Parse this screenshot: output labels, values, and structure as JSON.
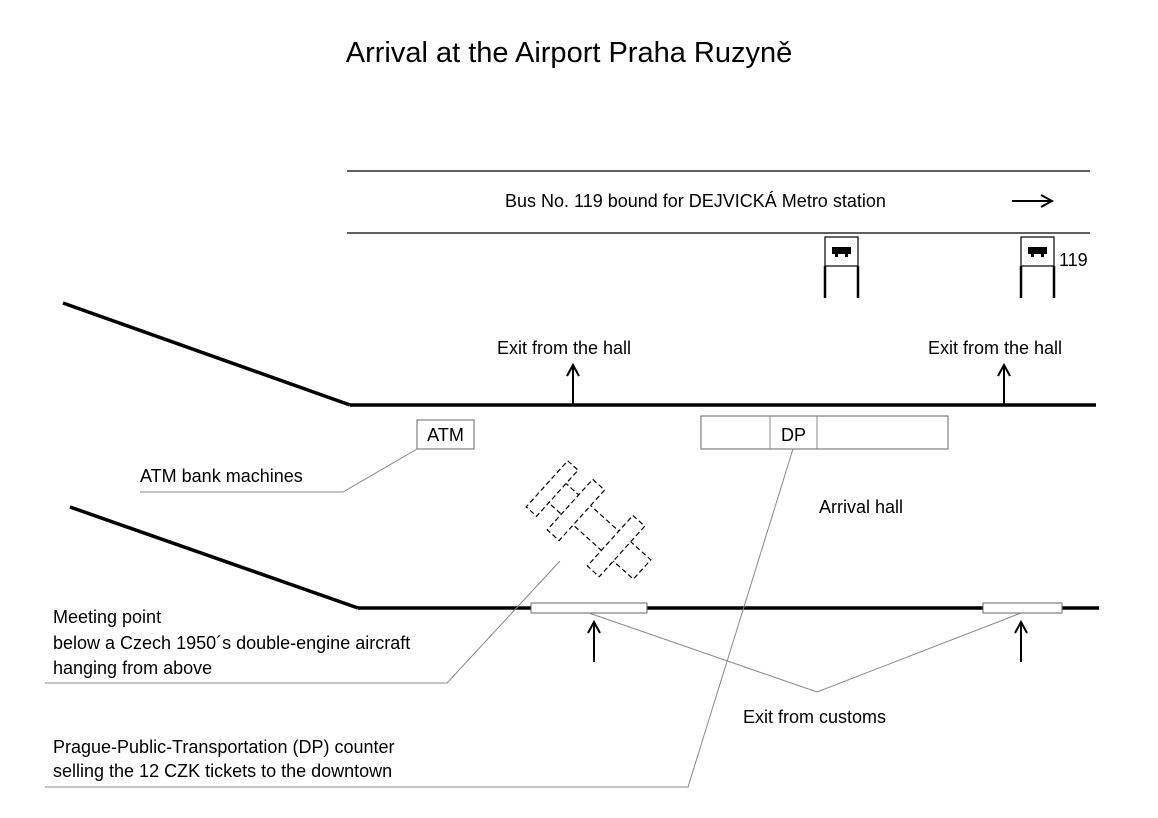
{
  "title": "Arrival at the Airport Praha Ruzyně",
  "bus": {
    "label": "Bus No. 119 bound for DEJVICKÁ Metro station",
    "stop_number": "119",
    "stop_icon": "bus-stop-sign-icon",
    "direction_icon": "arrow-right-icon"
  },
  "exits": {
    "hall_left": "Exit from the hall",
    "hall_right": "Exit from the hall",
    "customs": "Exit from customs"
  },
  "counters": {
    "atm": "ATM",
    "dp": "DP"
  },
  "areas": {
    "arrival_hall": "Arrival hall"
  },
  "annotations": {
    "atm": "ATM bank machines",
    "meeting_point": [
      "Meeting point",
      "below a Czech 1950´s double-engine aircraft",
      "hanging from above"
    ],
    "dp_counter": [
      "Prague-Public-Transportation (DP) counter",
      "selling the 12 CZK tickets to the downtown"
    ]
  },
  "icons": {
    "aircraft": "aircraft-icon",
    "exit_arrow": "arrow-up-icon"
  }
}
